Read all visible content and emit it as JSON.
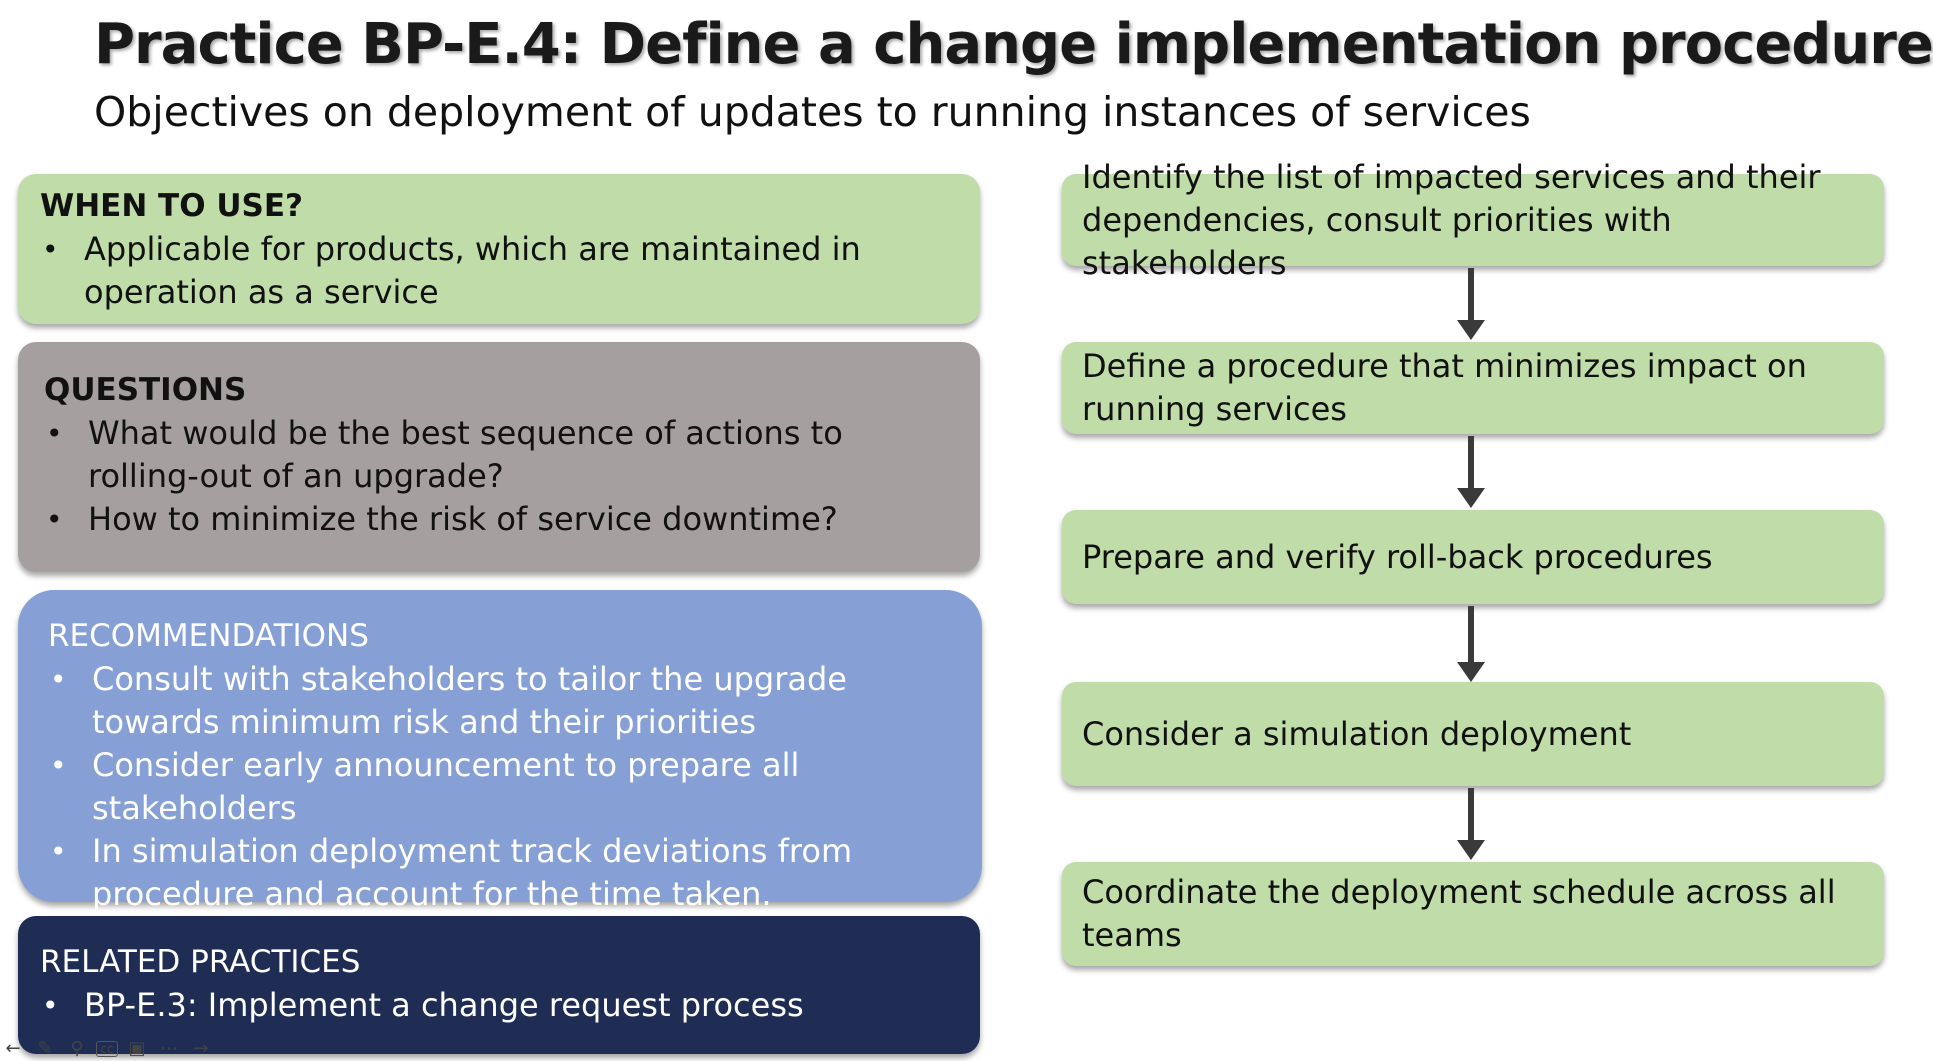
{
  "slide": {
    "title": "Practice BP-E.4: Define a change implementation procedure",
    "subtitle": "Objectives on deployment of updates to running instances of services"
  },
  "when_to_use": {
    "heading": "WHEN TO USE?",
    "bullets": [
      "Applicable for products, which are maintained in operation as a service"
    ]
  },
  "questions": {
    "heading": "QUESTIONS",
    "bullets": [
      "What would be the best sequence of actions to rolling-out of an upgrade?",
      "How to minimize the risk of service downtime?"
    ]
  },
  "recommendations": {
    "heading": "RECOMMENDATIONS",
    "bullets": [
      "Consult with stakeholders to tailor the upgrade towards minimum risk and their priorities",
      "Consider early announcement to prepare all stakeholders",
      "In simulation deployment track deviations from procedure and account for the time taken."
    ]
  },
  "related": {
    "heading": "RELATED PRACTICES",
    "bullets": [
      "BP-E.3: Implement a change request process"
    ]
  },
  "steps": [
    "Identify the list of impacted services and their dependencies, consult priorities with stakeholders",
    "Define a procedure that minimizes impact on running services",
    "Prepare and verify roll-back procedures",
    "Consider a simulation deployment",
    "Coordinate the deployment schedule across all teams"
  ],
  "bullet_glyph": "•",
  "colors": {
    "green": "#c0dca8",
    "grey": "#a5a09f",
    "blue": "#86a0d6",
    "navy": "#1f2d54"
  },
  "controls": [
    "back-icon",
    "pen-icon",
    "zoom-icon",
    "captions-icon",
    "camera-icon",
    "more-icon",
    "forward-icon"
  ]
}
